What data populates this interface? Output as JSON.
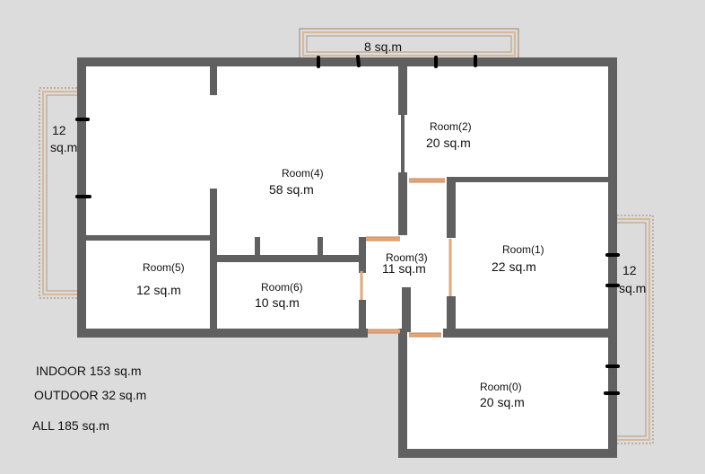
{
  "balconies": [
    {
      "name": "balcony-top",
      "area_text": "8 sq.m"
    },
    {
      "name": "balcony-left",
      "area_num": "12",
      "area_unit": "sq.m"
    },
    {
      "name": "balcony-right",
      "area_num": "12",
      "area_unit": "sq.m"
    }
  ],
  "rooms": [
    {
      "id": "room-0",
      "name": "Room(0)",
      "area": "20 sq.m"
    },
    {
      "id": "room-1",
      "name": "Room(1)",
      "area": "22 sq.m"
    },
    {
      "id": "room-2",
      "name": "Room(2)",
      "area": "20 sq.m"
    },
    {
      "id": "room-3",
      "name": "Room(3)",
      "area": "11 sq.m"
    },
    {
      "id": "room-4",
      "name": "Room(4)",
      "area": "58 sq.m"
    },
    {
      "id": "room-5",
      "name": "Room(5)",
      "area": "12 sq.m"
    },
    {
      "id": "room-6",
      "name": "Room(6)",
      "area": "10 sq.m"
    }
  ],
  "summary": {
    "indoor": "INDOOR 153 sq.m",
    "outdoor": "OUTDOOR 32 sq.m",
    "all": "ALL 185 sq.m"
  },
  "colors": {
    "wall": "#606060",
    "floor": "#ffffff",
    "background": "#dcdcdc",
    "door": "#e3a77a",
    "balcony_outline": "#b59a80",
    "window_mark": "#000000"
  }
}
